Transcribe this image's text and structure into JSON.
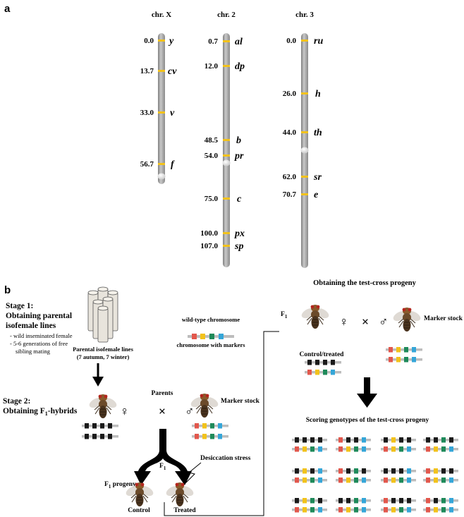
{
  "panel_a": {
    "letter": "a",
    "chromosomes": [
      {
        "title": "chr. X",
        "markers": [
          {
            "pos": "0.0",
            "gene": "y"
          },
          {
            "pos": "13.7",
            "gene": "cv"
          },
          {
            "pos": "33.0",
            "gene": "v"
          },
          {
            "pos": "56.7",
            "gene": "f"
          }
        ]
      },
      {
        "title": "chr. 2",
        "markers": [
          {
            "pos": "0.7",
            "gene": "al"
          },
          {
            "pos": "12.0",
            "gene": "dp"
          },
          {
            "pos": "48.5",
            "gene": "b"
          },
          {
            "pos": "54.0",
            "gene": "pr"
          },
          {
            "pos": "75.0",
            "gene": "c"
          },
          {
            "pos": "100.0",
            "gene": "px"
          },
          {
            "pos": "107.0",
            "gene": "sp"
          }
        ]
      },
      {
        "title": "chr. 3",
        "markers": [
          {
            "pos": "0.0",
            "gene": "ru"
          },
          {
            "pos": "26.0",
            "gene": "h"
          },
          {
            "pos": "44.0",
            "gene": "th"
          },
          {
            "pos": "62.0",
            "gene": "sr"
          },
          {
            "pos": "70.7",
            "gene": "e"
          }
        ]
      }
    ]
  },
  "panel_b": {
    "letter": "b",
    "stage1_line1": "Stage 1:",
    "stage1_line2": "Obtaining parental",
    "stage1_line3": "isofemale lines",
    "stage1_bullet1": "- wild inseminated female",
    "stage1_bullet2": "- 5-6 generations of free",
    "stage1_bullet3": "sibling mating",
    "parental_lines_line1": "Parental isofemale lines",
    "parental_lines_line2": "(7 autumn, 7 winter)",
    "legend_wild": "wild-type chromosome",
    "legend_markers": "chromosome with markers",
    "stage2_line1": "Stage 2:",
    "stage2_line2": "Obtaining F",
    "stage2_sub": "1",
    "stage2_line2b": "-hybrids",
    "parents": "Parents",
    "cross": "×",
    "female": "♀",
    "male": "♂",
    "marker_stock": "Marker stock",
    "f1_arrow": "F",
    "f1_arrow_sub": "1",
    "desiccation": "Desiccation stress",
    "f1_progeny": "F",
    "f1_progeny_sub": "1",
    "f1_progeny_rest": " progeny",
    "control": "Control",
    "treated": "Treated",
    "testcross_title": "Obtaining the test-cross progeny",
    "f1_side": "F",
    "f1_side_sub": "1",
    "control_treated": "Control/treated",
    "marker_stock_right": "Marker stock",
    "scoring_title": "Scoring genotypes of the test-cross progeny"
  },
  "colors": {
    "chromosome_gray": "#a8a8a8",
    "band_yellow": "#f2c21b",
    "marker_red": "#e2574c",
    "marker_yellow": "#f2c21b",
    "marker_green": "#1e8a5a",
    "marker_blue": "#35a6d8",
    "wild_black": "#1a1a1a"
  }
}
